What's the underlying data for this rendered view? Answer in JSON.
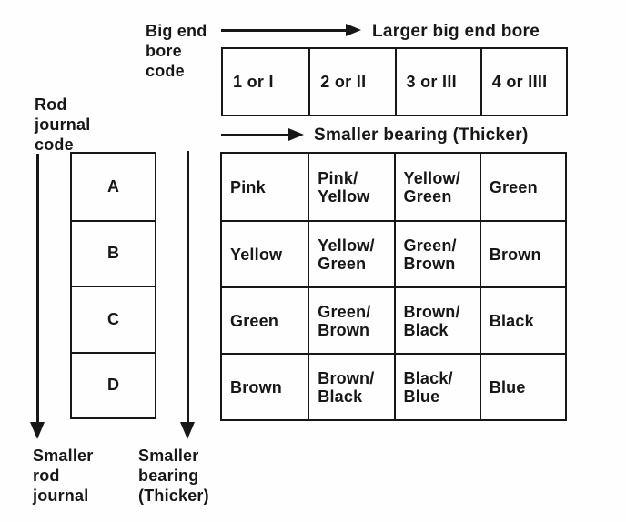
{
  "colors": {
    "ink": "#171717",
    "background": "#fefefe"
  },
  "labels": {
    "big_end_bore_code": "Big end\nbore\ncode",
    "larger_big_end_bore": "Larger big end bore",
    "smaller_bearing_top": "Smaller bearing (Thicker)",
    "rod_journal_code": "Rod\njournal\ncode",
    "smaller_rod_journal": "Smaller\nrod\njournal",
    "smaller_bearing_bottom": "Smaller\nbearing\n(Thicker)"
  },
  "bore_code_header": {
    "cells": [
      "1 or I",
      "2 or II",
      "3 or III",
      "4 or IIII"
    ]
  },
  "rod_journal_column": {
    "cells": [
      "A",
      "B",
      "C",
      "D"
    ]
  },
  "bearing_grid": {
    "rows": [
      {
        "journal_code": "A",
        "cells": [
          "Pink",
          "Pink/\nYellow",
          "Yellow/\nGreen",
          "Green"
        ]
      },
      {
        "journal_code": "B",
        "cells": [
          "Yellow",
          "Yellow/\nGreen",
          "Green/\nBrown",
          "Brown"
        ]
      },
      {
        "journal_code": "C",
        "cells": [
          "Green",
          "Green/\nBrown",
          "Brown/\nBlack",
          "Black"
        ]
      },
      {
        "journal_code": "D",
        "cells": [
          "Brown",
          "Brown/\nBlack",
          "Black/\nBlue",
          "Blue"
        ]
      }
    ]
  }
}
